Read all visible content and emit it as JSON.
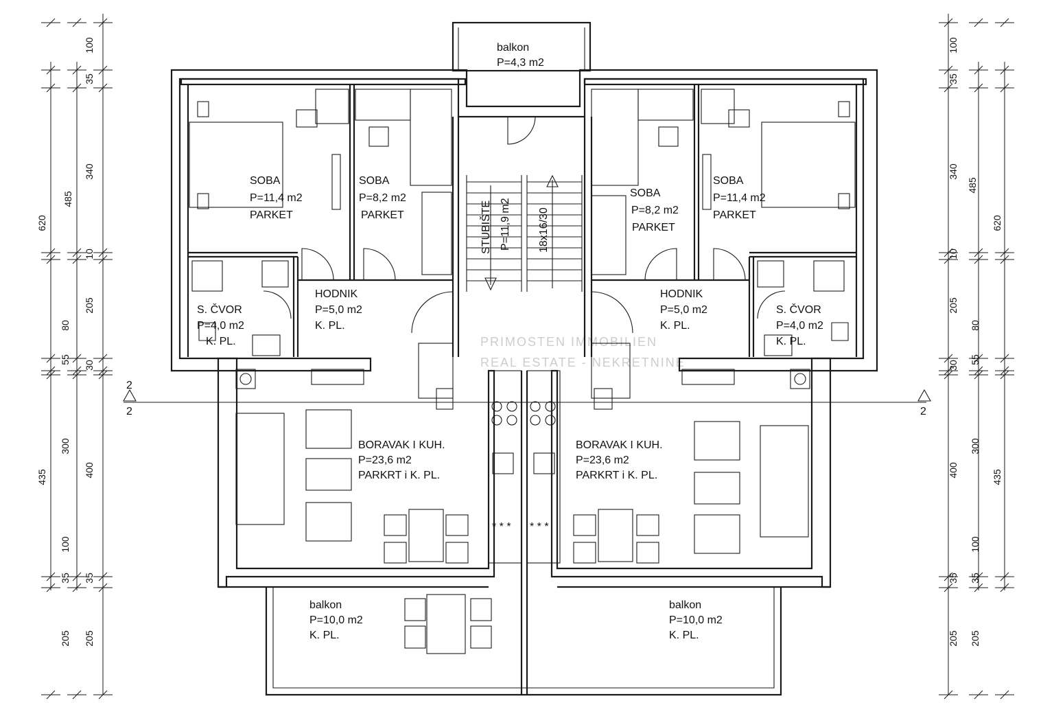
{
  "rooms": {
    "balkon_top": {
      "name": "balkon",
      "area": "P=4,3 m2"
    },
    "soba_l1": {
      "name": "SOBA",
      "area": "P=11,4 m2",
      "floor": "PARKET"
    },
    "soba_l2": {
      "name": "SOBA",
      "area": "P=8,2 m2",
      "floor": "PARKET"
    },
    "soba_r2": {
      "name": "SOBA",
      "area": "P=8,2 m2",
      "floor": "PARKET"
    },
    "soba_r1": {
      "name": "SOBA",
      "area": "P=11,4 m2",
      "floor": "PARKET"
    },
    "stubiste": {
      "name": "STUBIŠTE",
      "area": "P=11,9 m2",
      "steps": "18x16/30"
    },
    "hodnik_l": {
      "name": "HODNIK",
      "area": "P=5,0 m2",
      "floor": "K. PL."
    },
    "hodnik_r": {
      "name": "HODNIK",
      "area": "P=5,0 m2",
      "floor": "K. PL."
    },
    "cvor_l": {
      "name": "S. ČVOR",
      "area": "P=4,0 m2",
      "floor": "K. PL."
    },
    "cvor_r": {
      "name": "S. ČVOR",
      "area": "P=4,0 m2",
      "floor": "K. PL."
    },
    "boravak_l": {
      "name": "BORAVAK I KUH.",
      "area": "P=23,6 m2",
      "floor": "PARKRT i K. PL."
    },
    "boravak_r": {
      "name": "BORAVAK I KUH.",
      "area": "P=23,6 m2",
      "floor": "PARKRT i K. PL."
    },
    "balkon_bl": {
      "name": "balkon",
      "area": "P=10,0 m2",
      "floor": "K. PL."
    },
    "balkon_br": {
      "name": "balkon",
      "area": "P=10,0 m2",
      "floor": "K. PL."
    }
  },
  "section": {
    "label": "2"
  },
  "kitchen_marks": "* * *",
  "dimensions": {
    "inner": [
      "100",
      "35",
      "340",
      "10",
      "205",
      "80",
      "55",
      "30",
      "300",
      "400",
      "100",
      "35",
      "35",
      "205",
      "205"
    ],
    "outer": [
      "485",
      "620",
      "435"
    ]
  },
  "watermark": {
    "line1": "PRIMOSTEN IMMOBILIEN",
    "line2": "REAL ESTATE - NEKRETNINE"
  }
}
